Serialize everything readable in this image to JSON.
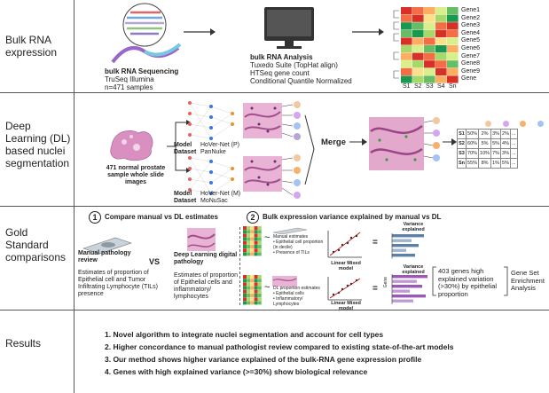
{
  "rows": {
    "bulk": "Bulk RNA expression",
    "dl": "Deep Learning (DL) based nuclei segmentation",
    "gold": "Gold Standard comparisons",
    "results": "Results"
  },
  "bulk": {
    "seq_title": "bulk RNA Sequencing",
    "seq_line1": "TruSeq Illumina",
    "seq_line2": "n=471 samples",
    "analysis_title": "bulk RNA Analysis",
    "analysis_line1": "Tuxedo Suite (TopHat align)",
    "analysis_line2": "HTSeq gene count",
    "analysis_line3": "Conditional Quantile Normalized",
    "genes": [
      "Gene1",
      "Gene2",
      "Gene3",
      "Gene4",
      "Gene5",
      "Gene6",
      "Gene7",
      "Gene8",
      "Gene9",
      "Gene"
    ],
    "samples": [
      "S1",
      "S2",
      "S3",
      "S4",
      "Sn"
    ]
  },
  "dl": {
    "wsi_label": "471 normal prostate sample whole slide images",
    "model_label": "Model",
    "dataset_label": "Dataset",
    "model1": "HoVer-Net (P)",
    "dataset1": "PanNuke",
    "model2": "HoVer-Net (M)",
    "dataset2": "MoNuSac",
    "merge": "Merge",
    "table": [
      [
        "S1",
        "50%",
        "2%",
        "3%",
        "2%",
        "..."
      ],
      [
        "S2",
        "60%",
        "5%",
        "5%",
        "4%",
        "..."
      ],
      [
        "S3",
        "70%",
        "10%",
        "7%",
        "3%",
        "..."
      ],
      [
        "Sn",
        "55%",
        "8%",
        "1%",
        "5%",
        "..."
      ]
    ]
  },
  "gold": {
    "step1_num": "1",
    "step1": "Compare manual vs DL estimates",
    "step2_num": "2",
    "step2": "Bulk expression variance explained by manual vs DL",
    "manual_title": "Manual pathology review",
    "vs": "VS",
    "dl_title": "Deep Learning digital pathology",
    "manual_desc": "Estimates of proportion of Epithelial cell and Tumor Infiltrating Lymphocyte (TILs) presence",
    "dl_desc": "Estimates of proportion of Epithelial cells and inflammatory/ lymphocytes",
    "manual_est_title": "Manual estimates",
    "manual_est_1": "Epithelial cell proportion (in decile)",
    "manual_est_2": "Presence of TILs",
    "dl_est_title": "DL proportion estimates",
    "dl_est_1": "Epithelial cells",
    "dl_est_2": "Inflammatory/ Lymphocytes",
    "lmm": "Linear Mixed model",
    "variance_explained": "Variance explained",
    "eq": "=",
    "tilde": "~",
    "gene_axis": "Gene",
    "high_var": "403 genes high explained variation (>30%) by epithelial proportion",
    "gsea": "Gene Set Enrichment Analysis"
  },
  "results": {
    "items": [
      "1.  Novel algorithm to integrate nuclei segmentation and account for cell types",
      "2.  Higher concordance to manual pathologist review compared to existing state-of-the-art models",
      "3.  Our method shows higher variance explained of the bulk-RNA gene expression profile",
      "4.  Genes with high explained variance (>=30%) show biological relevance"
    ]
  }
}
